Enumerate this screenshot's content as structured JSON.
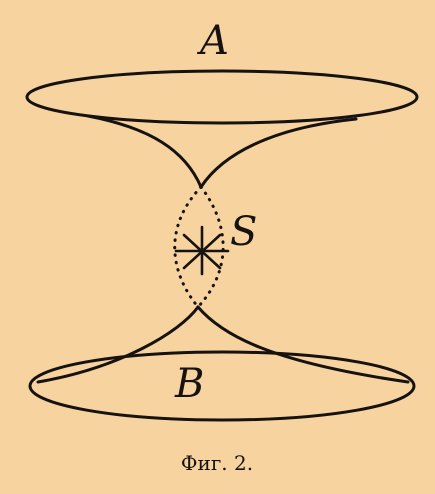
{
  "figure": {
    "label_top": "A",
    "label_center": "S",
    "label_bottom": "B",
    "caption": "Фиг. 2."
  },
  "colors": {
    "background": "#f7d3a0",
    "ink": "#161210"
  },
  "icons": {
    "center_point": "asterisk-star-icon"
  }
}
